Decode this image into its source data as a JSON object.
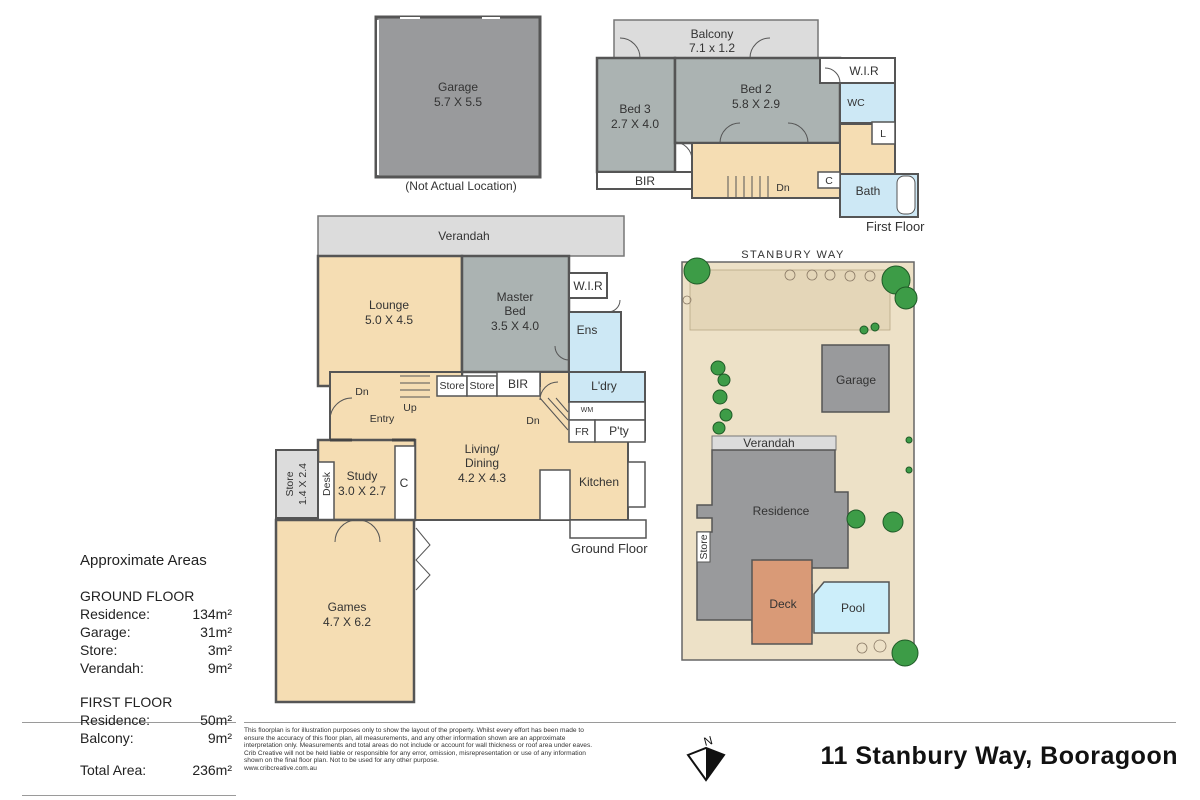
{
  "garage_detached": {
    "name": "Garage",
    "dims": "5.7 X 5.5",
    "note": "(Not Actual Location)"
  },
  "first_floor": {
    "title": "First Floor",
    "rooms": {
      "balcony": {
        "name": "Balcony",
        "dims": "7.1 x 1.2"
      },
      "bed2": {
        "name": "Bed 2",
        "dims": "5.8 X 2.9"
      },
      "bed3": {
        "name": "Bed 3",
        "dims": "2.7 X 4.0"
      },
      "wir": "W.I.R",
      "wc": "WC",
      "l": "L",
      "bir": "BIR",
      "dn": "Dn",
      "c": "C",
      "bath": "Bath"
    }
  },
  "ground_floor": {
    "title": "Ground Floor",
    "rooms": {
      "verandah": "Verandah",
      "lounge": {
        "name": "Lounge",
        "dims": "5.0 X 4.5"
      },
      "master": {
        "name1": "Master",
        "name2": "Bed",
        "dims": "3.5 X 4.0"
      },
      "wir": "W.I.R",
      "ens": "Ens",
      "ldry": "L'dry",
      "store1": "Store",
      "store2": "Store",
      "bir": "BIR",
      "dn1": "Dn",
      "dn2": "Dn",
      "up": "Up",
      "entry": "Entry",
      "wm": "WM",
      "fr": "FR",
      "pty": "P'ty",
      "living": {
        "name1": "Living/",
        "name2": "Dining",
        "dims": "4.2 X 4.3"
      },
      "kitchen": "Kitchen",
      "study": {
        "name": "Study",
        "dims": "3.0 X 2.7"
      },
      "desk": "Desk",
      "c": "C",
      "store_side": {
        "name": "Store",
        "dims": "1.4 X 2.4"
      },
      "games": {
        "name": "Games",
        "dims": "4.7 X 6.2"
      }
    }
  },
  "site": {
    "street": "STANBURY WAY",
    "garage": "Garage",
    "verandah": "Verandah",
    "residence": "Residence",
    "store": "Store",
    "deck": "Deck",
    "pool": "Pool"
  },
  "areas": {
    "heading": "Approximate Areas",
    "ground_title": "GROUND FLOOR",
    "ground": [
      {
        "label": "Residence:",
        "value": "134m²"
      },
      {
        "label": "Garage:",
        "value": "31m²"
      },
      {
        "label": "Store:",
        "value": "3m²"
      },
      {
        "label": "Verandah:",
        "value": "9m²"
      }
    ],
    "first_title": "FIRST FLOOR",
    "first": [
      {
        "label": "Residence:",
        "value": "50m²"
      },
      {
        "label": "Balcony:",
        "value": "9m²"
      }
    ],
    "total": {
      "label": "Total Area:",
      "value": "236m²"
    }
  },
  "disclaimer": "This floorplan is for illustration purposes only to show the layout of the property. Whilst every effort has been made to ensure the accuracy of this floor plan, all measurements, and any other information shown are an approximate interpretation only. Measurements and total areas do not include or account for wall thickness or roof area under eaves. Crib Creative will not be held liable or responsible for any error, omission, misrepresentation or use of any information shown on the final floor plan. Not to be used for any other purpose.",
  "website": "www.cribcreative.com.au",
  "compass": "N",
  "address": "11 Stanbury Way, Booragoon",
  "colors": {
    "garage": "#999a9c",
    "bedroom": "#abb3b2",
    "living": "#f5ddb3",
    "wet": "#cde8f5",
    "verandah": "#dcdcdc",
    "site": "#ede1c7",
    "deck": "#d99a77",
    "pool": "#cceefa",
    "tree": "#3d9c47"
  }
}
